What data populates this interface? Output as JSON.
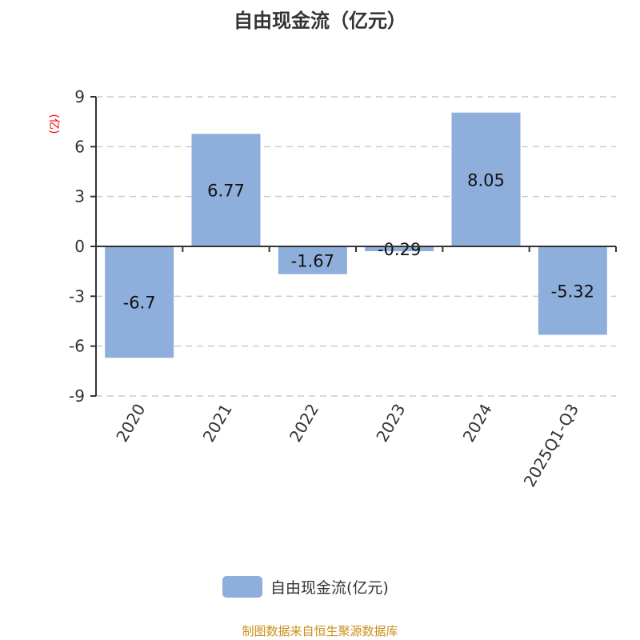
{
  "title": "自由现金流（亿元）",
  "source": "制图数据来自恒生聚源数据库",
  "chart_data": {
    "type": "bar",
    "title": "自由现金流（亿元）",
    "ylabel": "(亿)",
    "xlabel": "",
    "categories": [
      "2020",
      "2021",
      "2022",
      "2023",
      "2024",
      "2025Q1-Q3"
    ],
    "series": [
      {
        "name": "自由现金流(亿元)",
        "values": [
          -6.7,
          6.77,
          -1.67,
          -0.29,
          8.05,
          -5.32
        ],
        "color": "#8eaedb"
      }
    ],
    "data_labels": [
      "-6.7",
      "6.77",
      "-1.67",
      "-0.29",
      "8.05",
      "-5.32"
    ],
    "ylim": [
      -9,
      9
    ],
    "yticks": [
      9,
      6,
      3,
      0,
      -3,
      -6,
      -9
    ],
    "grid": true,
    "legend": "bottom"
  }
}
